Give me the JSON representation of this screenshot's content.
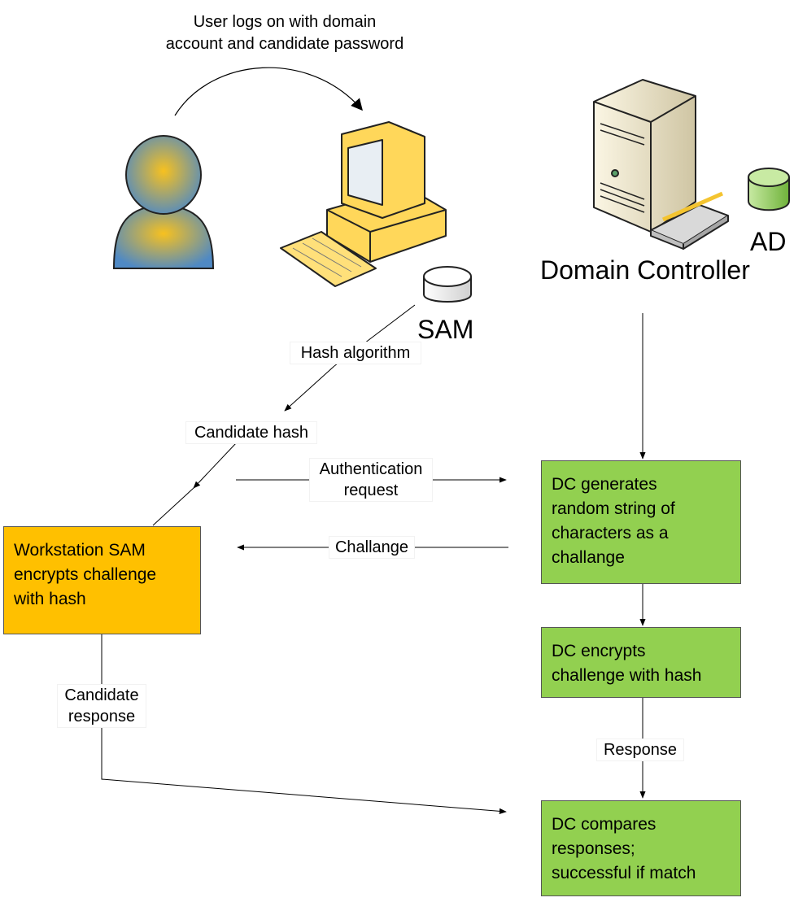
{
  "intro_caption": {
    "line1": "User logs on with domain",
    "line2": "account and candidate password"
  },
  "labels": {
    "sam": "SAM",
    "ad": "AD",
    "domain_controller": "Domain Controller"
  },
  "edges": {
    "hash_algorithm": "Hash algorithm",
    "candidate_hash": "Candidate hash",
    "auth_request_line1": "Authentication",
    "auth_request_line2": "request",
    "challange": "Challange",
    "candidate_response_line1": "Candidate",
    "candidate_response_line2": "response",
    "response": "Response"
  },
  "boxes": {
    "dc_generates": [
      "DC generates",
      "random string of",
      "characters as a",
      "challange"
    ],
    "workstation_sam": [
      "Workstation SAM",
      "encrypts challenge",
      "with hash"
    ],
    "dc_encrypts": [
      "DC encrypts",
      "challenge with hash"
    ],
    "dc_compares": [
      "DC compares",
      "responses;",
      "successful if match"
    ]
  },
  "colors": {
    "green_box": "#92d050",
    "orange_box": "#ffc000",
    "user_icon": "#5b8fbf",
    "user_glow": "#f4c430",
    "workstation": "#ffd75a",
    "server": "#ece4c8",
    "ad_db": "#9fd36f"
  },
  "icons": [
    "user-icon",
    "workstation-icon",
    "sam-database-icon",
    "domain-controller-icon",
    "ad-database-icon"
  ]
}
